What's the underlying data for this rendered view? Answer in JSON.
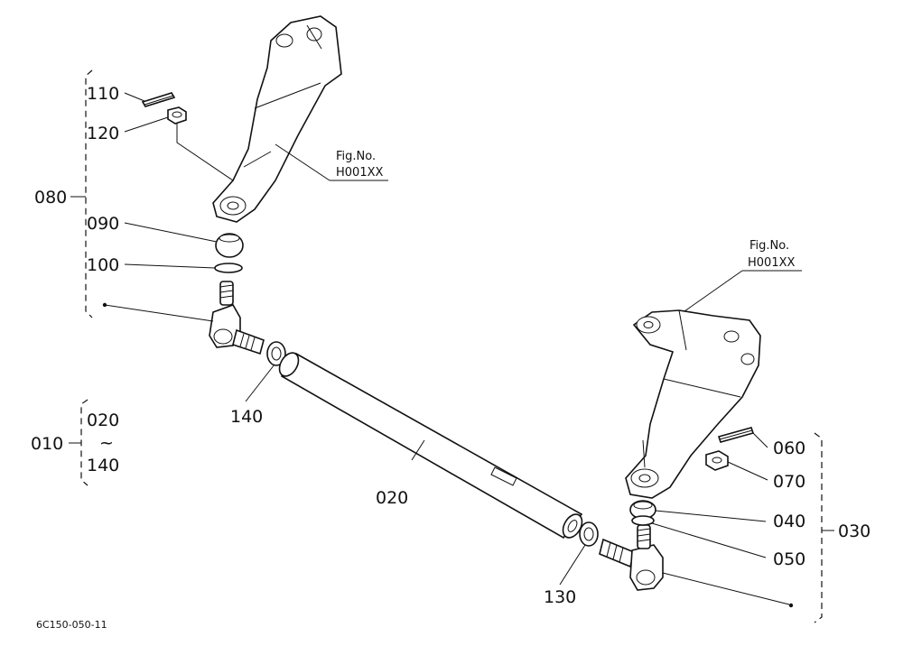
{
  "labels": {
    "p110": "110",
    "p120": "120",
    "p080": "080",
    "p090": "090",
    "p100": "100",
    "p140": "140",
    "p010": "010",
    "p010_from": "020",
    "p010_tilde": "~",
    "p010_to": "140",
    "p020": "020",
    "p060": "060",
    "p070": "070",
    "p040": "040",
    "p030": "030",
    "p050": "050",
    "p130": "130"
  },
  "figref_left": {
    "line1": "Fig.No.",
    "line2": "H001XX"
  },
  "figref_right": {
    "line1": "Fig.No.",
    "line2": "H001XX"
  },
  "diagram_code": "6C150-050-11"
}
